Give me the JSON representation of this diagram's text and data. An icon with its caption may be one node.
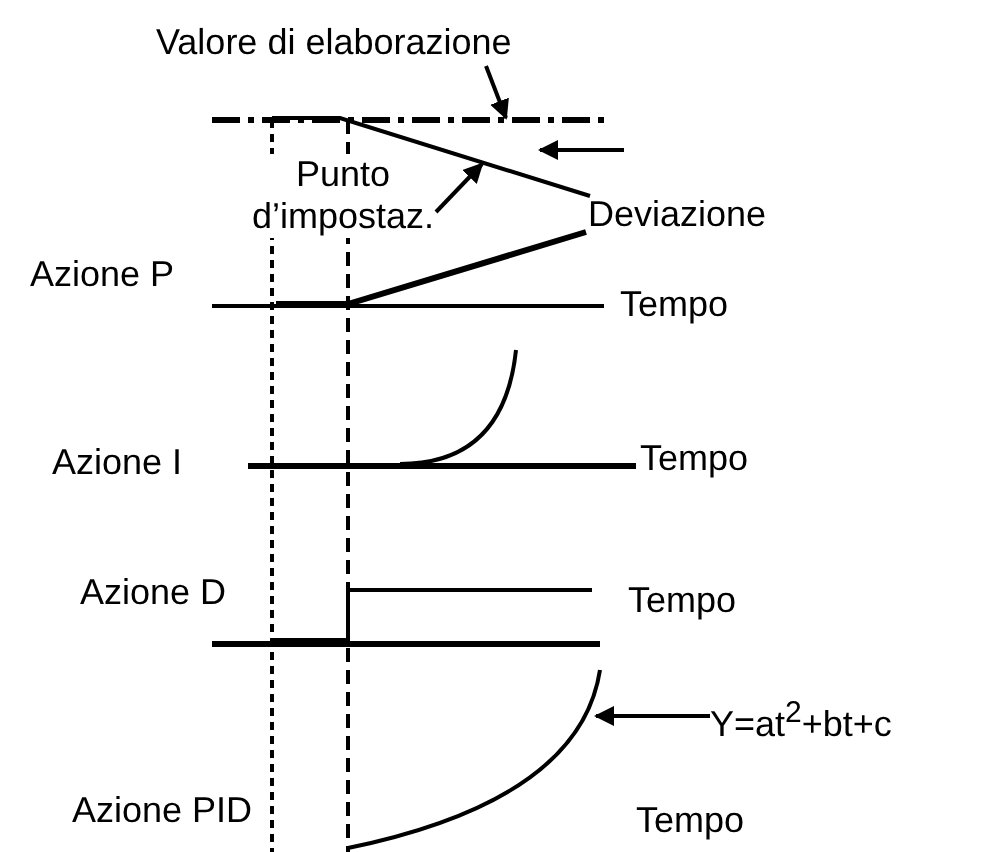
{
  "diagram": {
    "nodes": [
      {
        "text": [
          "Valore di elaborazione"
        ]
      },
      {
        "text": [
          "Punto d’impostaz."
        ]
      },
      {
        "text": [
          "Y=at$^{2}$+bt+c"
        ]
      }
    ],
    "edges": [
      {
        "from": 0,
        "to": null,
        "arrow": "to"
      },
      {
        "from": 1,
        "to": null,
        "arrow": "to"
      },
      {
        "from": 2,
        "to": null,
        "arrow": "to"
      }
    ],
    "labels": [
      "Deviazione",
      "Azione P",
      "Tempo",
      "Azione I",
      "Tempo",
      "Azione D",
      "Tempo",
      "Azione PID",
      "Tempo"
    ]
  }
}
